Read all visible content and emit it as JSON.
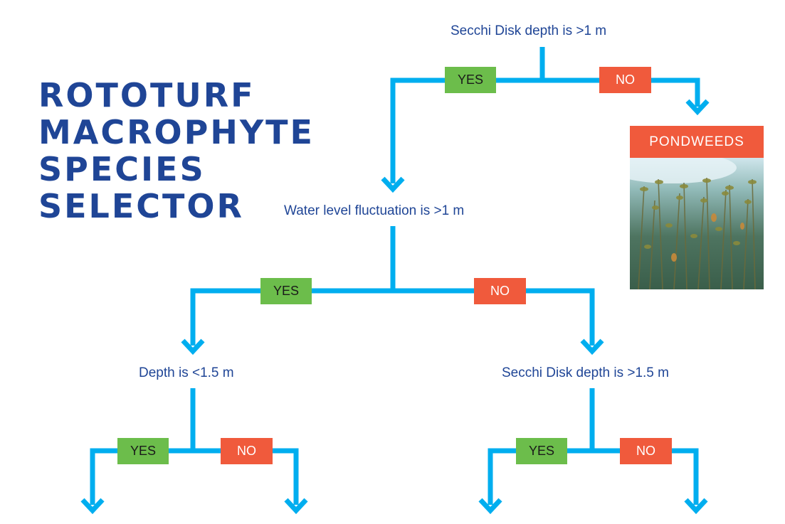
{
  "title": {
    "lines": [
      "ROTOTURF",
      "MACROPHYTE",
      "SPECIES",
      "SELECTOR"
    ]
  },
  "nodes": {
    "q1": "Secchi Disk depth is >1 m",
    "q2": "Water level fluctuation is >1 m",
    "q3": "Depth is <1.5 m",
    "q4": "Secchi Disk depth is >1.5 m"
  },
  "labels": {
    "yes": "YES",
    "no": "NO"
  },
  "result": {
    "label": "PONDWEEDS",
    "image": "underwater-pondweed-photo"
  },
  "colors": {
    "connector": "#00aeef",
    "title_text": "#1f4596",
    "yes_badge": "#6cbd4b",
    "no_badge": "#f05a3c"
  }
}
